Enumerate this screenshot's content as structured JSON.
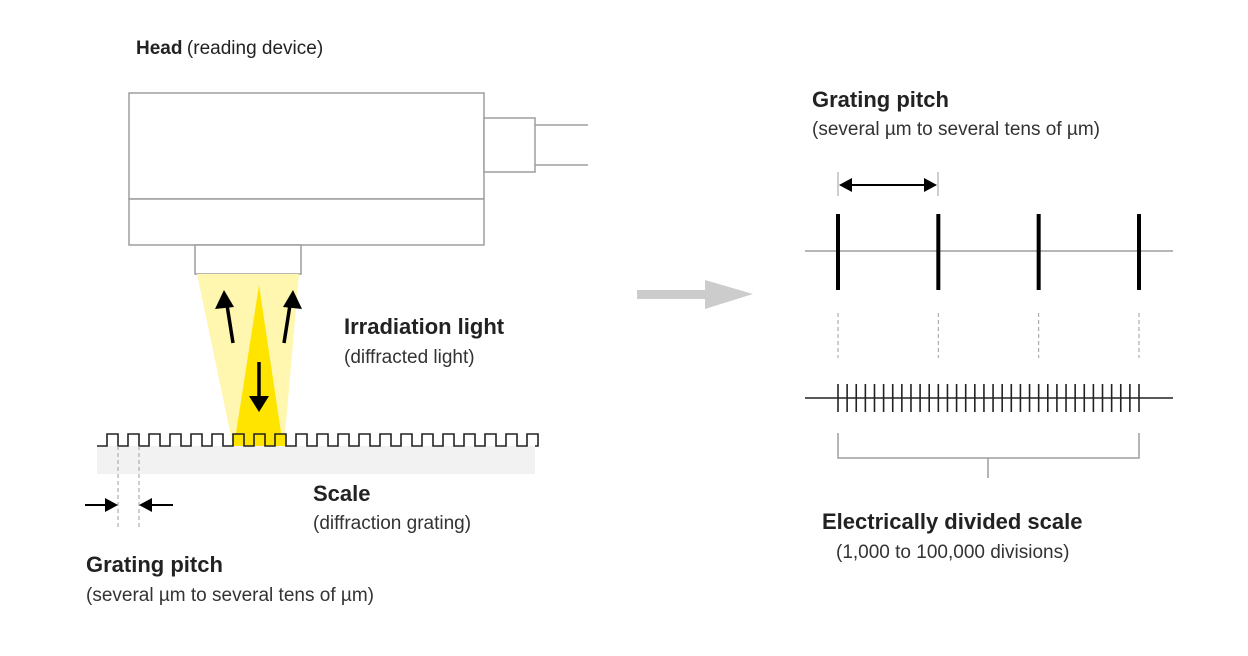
{
  "labels": {
    "head_bold": "Head",
    "head_paren": "(reading device)",
    "irradiation_title": "Irradiation light",
    "irradiation_sub": "(diffracted light)",
    "scale_title": "Scale",
    "scale_sub": "(diffraction grating)",
    "grating_pitch_left_title": "Grating pitch",
    "grating_pitch_left_sub": "(several µm to several tens of µm)",
    "grating_pitch_right_title": "Grating pitch",
    "grating_pitch_right_sub": "(several µm to several tens of µm)",
    "electrical_title": "Electrically divided scale",
    "electrical_sub": "(1,000 to 100,000 divisions)"
  },
  "diagram": {
    "grating_teeth_count": 21,
    "major_ticks_count": 4,
    "fine_divisions": 33,
    "colors": {
      "outline": "#9e9e9e",
      "scale_bg": "#f2f2f2",
      "light_outer": "#fff6b0",
      "light_inner": "#ffe400",
      "arrow": "#000000",
      "transition_arrow": "#cccccc"
    }
  }
}
